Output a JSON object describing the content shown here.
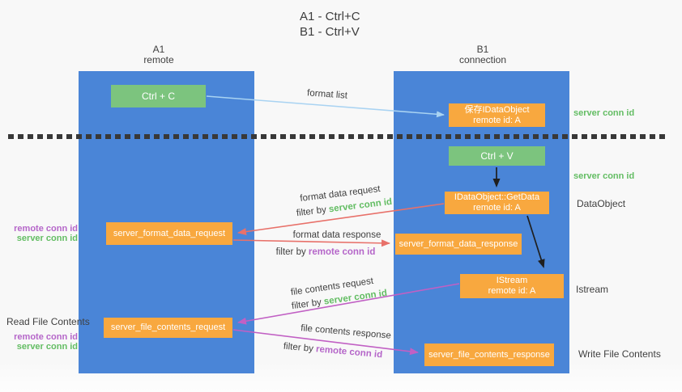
{
  "title": {
    "line1": "A1 - Ctrl+C",
    "line2": "B1 - Ctrl+V"
  },
  "lifelines": {
    "a1": {
      "name": "A1",
      "role": "remote"
    },
    "b1": {
      "name": "B1",
      "role": "connection"
    }
  },
  "nodes": {
    "ctrl_c": "Ctrl + C",
    "ctrl_v": "Ctrl + V",
    "save_idataobject": {
      "line1": "保存IDataObject",
      "line2": "remote id: A"
    },
    "getdata": {
      "line1": "IDataObject::GetData",
      "line2": "remote id: A"
    },
    "istream": {
      "line1": "IStream",
      "line2": "remote id: A"
    },
    "format_request": "server_format_data_request",
    "format_response": "server_format_data_response",
    "file_request": "server_file_contents_request",
    "file_response": "server_file_contents_response"
  },
  "annotations": {
    "server_conn_id": "server conn id",
    "remote_conn_id": "remote conn id",
    "data_object": "DataObject",
    "istream": "Istream",
    "read_file": "Read File Contents",
    "write_file": "Write File Contents"
  },
  "arrows": {
    "format_list": "format list",
    "format_data_request": "format data request",
    "format_data_response": "format data response",
    "file_contents_request": "file contents request",
    "file_contents_response": "file contents response",
    "filter_by": "filter by "
  },
  "colors": {
    "lifeline_blue": "#4a85d7",
    "action_green": "#7cc47e",
    "message_orange": "#f8a83f",
    "server_conn_green": "#63bd63",
    "remote_conn_purple": "#b566c9",
    "format_arrow_red": "#e8716a",
    "file_arrow_magenta": "#c160c4",
    "format_list_blue": "#a9d3f2",
    "black_arrow": "#1f1f1f"
  }
}
